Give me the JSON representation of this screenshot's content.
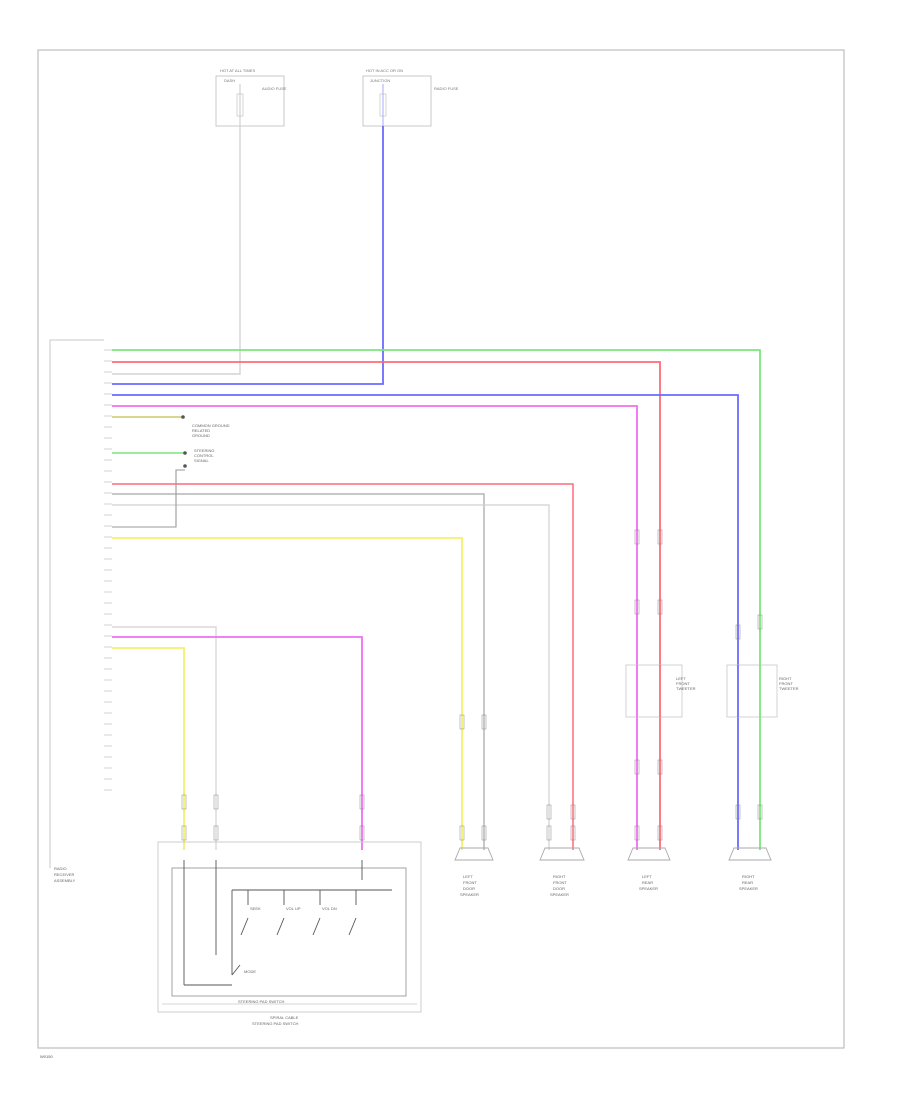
{
  "footer_code": "W0150",
  "fuse_boxes": [
    {
      "title": "HOT AT ALL TIMES",
      "sub": "DASH",
      "desc": "AUDIO FUSE"
    },
    {
      "title": "HOT IN ACC OR ON",
      "sub": "JUNCTION",
      "desc": "RADIO FUSE"
    }
  ],
  "radio_unit": {
    "label_lines": [
      "RADIO",
      "RECEIVER",
      "ASSEMBLY"
    ]
  },
  "ground_note": [
    "COMMON GROUND",
    "RELATED",
    "GROUND"
  ],
  "mode_note": [
    "STEERING",
    "CONTROL",
    "SIGNAL"
  ],
  "steering_switch": {
    "inner_label": "STEERING PAD SWITCH",
    "outer_lines": [
      "SPIRAL CABLE",
      "STEERING PAD SWITCH"
    ],
    "switch_labels": [
      "MODE",
      "SEEK",
      "VOL UP",
      "VOL DN"
    ]
  },
  "speakers": [
    {
      "label_lines": [
        "LEFT",
        "FRONT",
        "DOOR",
        "SPEAKER"
      ]
    },
    {
      "label_lines": [
        "RIGHT",
        "FRONT",
        "DOOR",
        "SPEAKER"
      ]
    },
    {
      "label_lines": [
        "LEFT",
        "REAR",
        "SPEAKER"
      ]
    },
    {
      "label_lines": [
        "RIGHT",
        "REAR",
        "SPEAKER"
      ]
    }
  ],
  "tweeters": [
    {
      "label_lines": [
        "LEFT",
        "FRONT",
        "TWEETER"
      ]
    },
    {
      "label_lines": [
        "RIGHT",
        "FRONT",
        "TWEETER"
      ]
    }
  ],
  "wire_colors": {
    "white": "#d0d0d0",
    "blue": "#6b6bff",
    "green": "#7ae67a",
    "red": "#ff6b7a",
    "pink": "#f06ef0",
    "yellow": "#f2f26b",
    "gray": "#b5b5b5"
  }
}
